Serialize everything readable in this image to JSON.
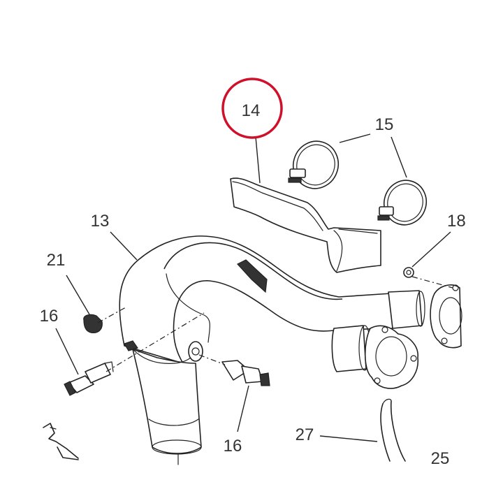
{
  "diagram": {
    "highlight_color": "#d0102a",
    "line_color": "#222222",
    "highlighted_part": "14",
    "callouts": [
      {
        "id": "14",
        "label": "14"
      },
      {
        "id": "15",
        "label": "15"
      },
      {
        "id": "13",
        "label": "13"
      },
      {
        "id": "18",
        "label": "18"
      },
      {
        "id": "21",
        "label": "21"
      },
      {
        "id": "16a",
        "label": "16"
      },
      {
        "id": "16b",
        "label": "16"
      },
      {
        "id": "27",
        "label": "27"
      },
      {
        "id": "25",
        "label": "25"
      }
    ]
  }
}
